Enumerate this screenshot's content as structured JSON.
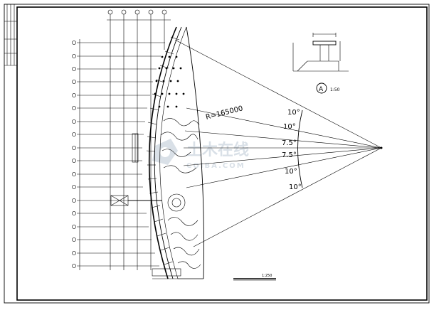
{
  "drawing": {
    "radius_label": "R=165000",
    "angles": [
      "10°",
      "10°",
      "7.5°",
      "7.5°",
      "10°",
      "10°"
    ],
    "detail_marker": "A",
    "detail_scale": "1:50",
    "main_scale": "1:250",
    "watermark_cn": "土木在线",
    "watermark_en": "COIBA.COM"
  }
}
